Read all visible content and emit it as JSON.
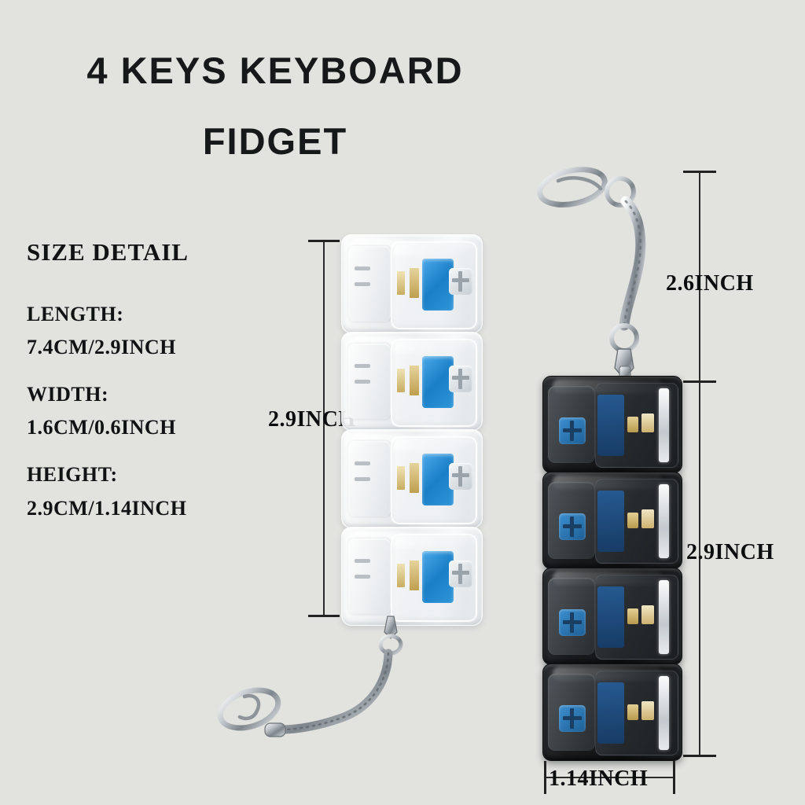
{
  "background_color": "#e2e2df",
  "title": {
    "line1": "4 KEYS KEYBOARD",
    "line2": "FIDGET"
  },
  "size_detail": {
    "heading": "SIZE DETAIL",
    "specs": [
      {
        "label": "LENGTH:",
        "value": "7.4CM/2.9INCH"
      },
      {
        "label": "WIDTH:",
        "value": "1.6CM/0.6INCH"
      },
      {
        "label": "HEIGHT:",
        "value": "2.9CM/1.14INCH"
      }
    ]
  },
  "dimensions": {
    "left_product_height": "2.9INCH",
    "right_keychain_height": "2.6INCH",
    "right_product_height": "2.9INCH",
    "right_product_width": "1.14INCH"
  },
  "products": {
    "clear": {
      "name": "clear-keyboard-fidget-keychain",
      "module_count": 4,
      "keycap_color": "#f2f4f6",
      "stem_color": "#2f95d8",
      "contact_color": "#c9ae62"
    },
    "black": {
      "name": "black-keyboard-fidget-keychain",
      "module_count": 4,
      "body_color": "#1a1c1e",
      "stem_color": "#3d8fd0",
      "contact_color": "#cdb170"
    }
  },
  "icons": {
    "carabiner": "carabiner-clip-icon",
    "split_ring": "split-ring-icon",
    "chain": "flexible-chain-icon"
  }
}
